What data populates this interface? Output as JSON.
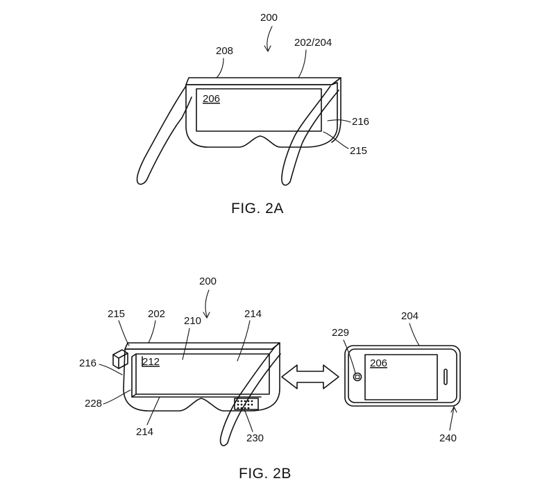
{
  "fig2a": {
    "ref_device": "200",
    "ref_headband": "208",
    "ref_assembly": "202/204",
    "ref_screen": "206",
    "ref_side": "216",
    "ref_lens_edge": "215",
    "caption": "FIG. 2A"
  },
  "fig2b": {
    "ref_device": "200",
    "ref_frame": "202",
    "ref_slot": "210",
    "ref_edge": "215",
    "ref_lens_top": "214",
    "ref_side": "216",
    "ref_opening": "212",
    "ref_connector": "228",
    "ref_lens_bottom": "214",
    "ref_contacts": "230",
    "ref_phone": "204",
    "ref_home": "229",
    "ref_phone_screen": "206",
    "ref_case": "240",
    "caption": "FIG. 2B"
  }
}
